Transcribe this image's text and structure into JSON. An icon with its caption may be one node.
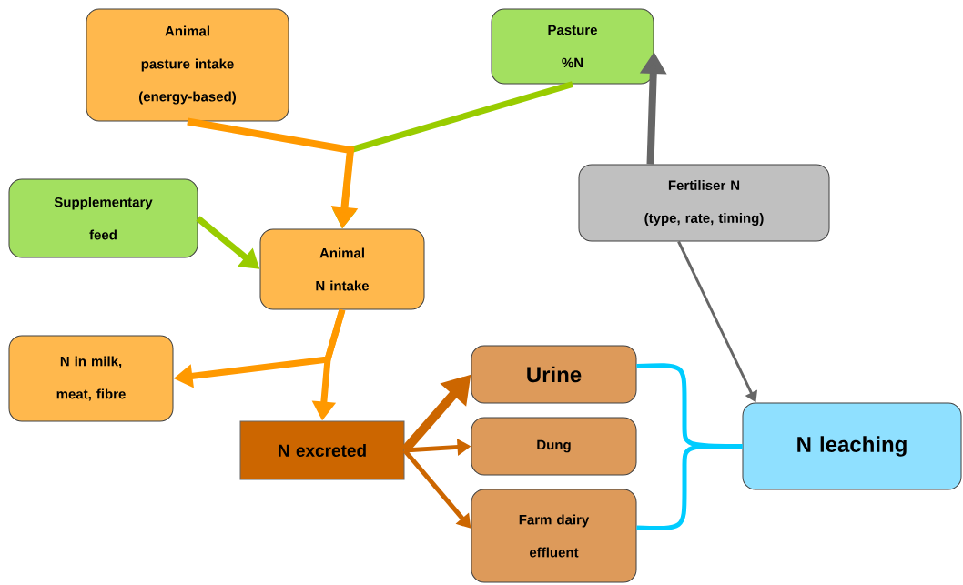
{
  "diagram": {
    "nodes": [
      {
        "text": [
          "Animal pasture intake (energy-based)"
        ]
      },
      {
        "text": [
          "Pasture %N"
        ]
      },
      {
        "text": [
          "Supplementary feed"
        ]
      },
      {
        "text": [
          "Fertiliser N",
          "(type, rate, timing)"
        ]
      },
      {
        "text": [
          "Animal N intake"
        ]
      },
      {
        "text": [
          "N in milk, meat, fibre"
        ]
      },
      {
        "text": [
          "N excreted"
        ]
      },
      {
        "text": [
          "Urine"
        ]
      },
      {
        "text": [
          "Dung"
        ]
      },
      {
        "text": [
          "Farm dairy effluent"
        ]
      },
      {
        "text": [
          "N leaching"
        ]
      }
    ],
    "edges": [
      {
        "from": 1,
        "to": 4,
        "arrow": "to",
        "color": "#99cc00"
      },
      {
        "from": 0,
        "to": 4,
        "arrow": "to",
        "color": "#ff9900"
      },
      {
        "from": 2,
        "to": 4,
        "arrow": "to",
        "color": "#99cc00"
      },
      {
        "from": 4,
        "to": 5,
        "arrow": "to",
        "color": "#ff9900"
      },
      {
        "from": 4,
        "to": 6,
        "arrow": "to",
        "color": "#ff9900"
      },
      {
        "from": 3,
        "to": 1,
        "arrow": "to",
        "color": "#666666"
      },
      {
        "from": 3,
        "to": 10,
        "arrow": "to",
        "color": "#666666"
      },
      {
        "from": 6,
        "to": 7,
        "arrow": "to",
        "color": "#cc6600"
      },
      {
        "from": 6,
        "to": 8,
        "arrow": "to",
        "color": "#cc6600"
      },
      {
        "from": 6,
        "to": 9,
        "arrow": "to",
        "color": "#cc6600"
      },
      {
        "from": 7,
        "to": 10,
        "arrow": "none",
        "color": "#00ccff"
      },
      {
        "from": 9,
        "to": 10,
        "arrow": "none",
        "color": "#00ccff"
      }
    ]
  }
}
